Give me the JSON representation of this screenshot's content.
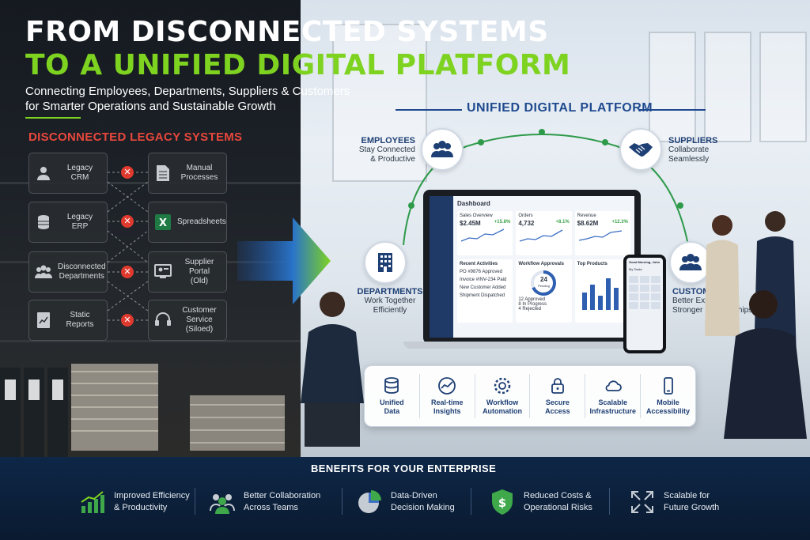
{
  "header": {
    "title_line1": "FROM DISCONNECTED SYSTEMS",
    "title_line2": "TO A UNIFIED DIGITAL PLATFORM",
    "subtitle_line1": "Connecting Employees, Departments, Suppliers & Customers",
    "subtitle_line2": "for Smarter Operations and Sustainable Growth"
  },
  "legacy": {
    "title": "DISCONNECTED LEGACY SYSTEMS",
    "left": [
      {
        "line1": "Legacy",
        "line2": "CRM",
        "icon": "person-icon"
      },
      {
        "line1": "Legacy",
        "line2": "ERP",
        "icon": "database-icon"
      },
      {
        "line1": "Disconnected",
        "line2": "Departments",
        "icon": "group-icon"
      },
      {
        "line1": "Static Reports",
        "line2": "",
        "icon": "report-icon"
      }
    ],
    "right": [
      {
        "line1": "Manual",
        "line2": "Processes",
        "icon": "document-icon"
      },
      {
        "line1": "Spreadsheets",
        "line2": "",
        "icon": "excel-icon"
      },
      {
        "line1": "Supplier Portal",
        "line2": "(Old)",
        "icon": "portal-icon"
      },
      {
        "line1": "Customer Service",
        "line2": "(Siloed)",
        "icon": "headset-icon"
      }
    ]
  },
  "platform": {
    "title": "UNIFIED DIGITAL PLATFORM",
    "nodes": {
      "employees": {
        "title": "EMPLOYEES",
        "line1": "Stay Connected",
        "line2": "& Productive"
      },
      "suppliers": {
        "title": "SUPPLIERS",
        "line1": "Collaborate",
        "line2": "Seamlessly"
      },
      "departments": {
        "title": "DEPARTMENTS",
        "line1": "Work Together",
        "line2": "Efficiently"
      },
      "customers": {
        "title": "CUSTOMERS",
        "line1": "Better Experience",
        "line2": "Stronger Relationships"
      }
    },
    "dashboard": {
      "title": "Dashboard",
      "kpis": [
        {
          "label": "Sales Overview",
          "value": "$2.45M",
          "change": "+15.8%"
        },
        {
          "label": "Orders",
          "value": "4,732",
          "change": "+8.1%"
        },
        {
          "label": "Revenue",
          "value": "$8.62M",
          "change": "+12.3%"
        }
      ],
      "recent_title": "Recent Activities",
      "recent": [
        "PO #9876 Approved",
        "Invoice #INV-234 Paid",
        "New Customer Added",
        "Shipment Dispatched"
      ],
      "workflow_title": "Workflow Approvals",
      "workflow_count": "24",
      "workflow_sub": "Pending",
      "workflow_items": [
        "12 Approved",
        "8 In Progress",
        "4 Rejected"
      ],
      "products_title": "Top Products"
    },
    "phone": {
      "greeting": "Good Morning, John",
      "section": "My Tasks"
    }
  },
  "features": [
    {
      "line1": "Unified",
      "line2": "Data",
      "icon": "database-icon"
    },
    {
      "line1": "Real-time",
      "line2": "Insights",
      "icon": "insights-icon"
    },
    {
      "line1": "Workflow",
      "line2": "Automation",
      "icon": "gear-icon"
    },
    {
      "line1": "Secure",
      "line2": "Access",
      "icon": "lock-icon"
    },
    {
      "line1": "Scalable",
      "line2": "Infrastructure",
      "icon": "cloud-icon"
    },
    {
      "line1": "Mobile",
      "line2": "Accessibility",
      "icon": "mobile-icon"
    }
  ],
  "benefits": {
    "title": "BENEFITS FOR YOUR ENTERPRISE",
    "items": [
      {
        "line1": "Improved Efficiency",
        "line2": "& Productivity",
        "icon": "growth-chart-icon"
      },
      {
        "line1": "Better Collaboration",
        "line2": "Across Teams",
        "icon": "team-icon"
      },
      {
        "line1": "Data-Driven",
        "line2": "Decision Making",
        "icon": "pie-chart-icon"
      },
      {
        "line1": "Reduced Costs &",
        "line2": "Operational Risks",
        "icon": "shield-dollar-icon"
      },
      {
        "line1": "Scalable for",
        "line2": "Future Growth",
        "icon": "expand-icon"
      }
    ]
  },
  "colors": {
    "accent_green": "#7ed321",
    "legacy_red": "#e8473c",
    "platform_blue": "#1f4a8f",
    "footer_bg": "#0e2747"
  }
}
